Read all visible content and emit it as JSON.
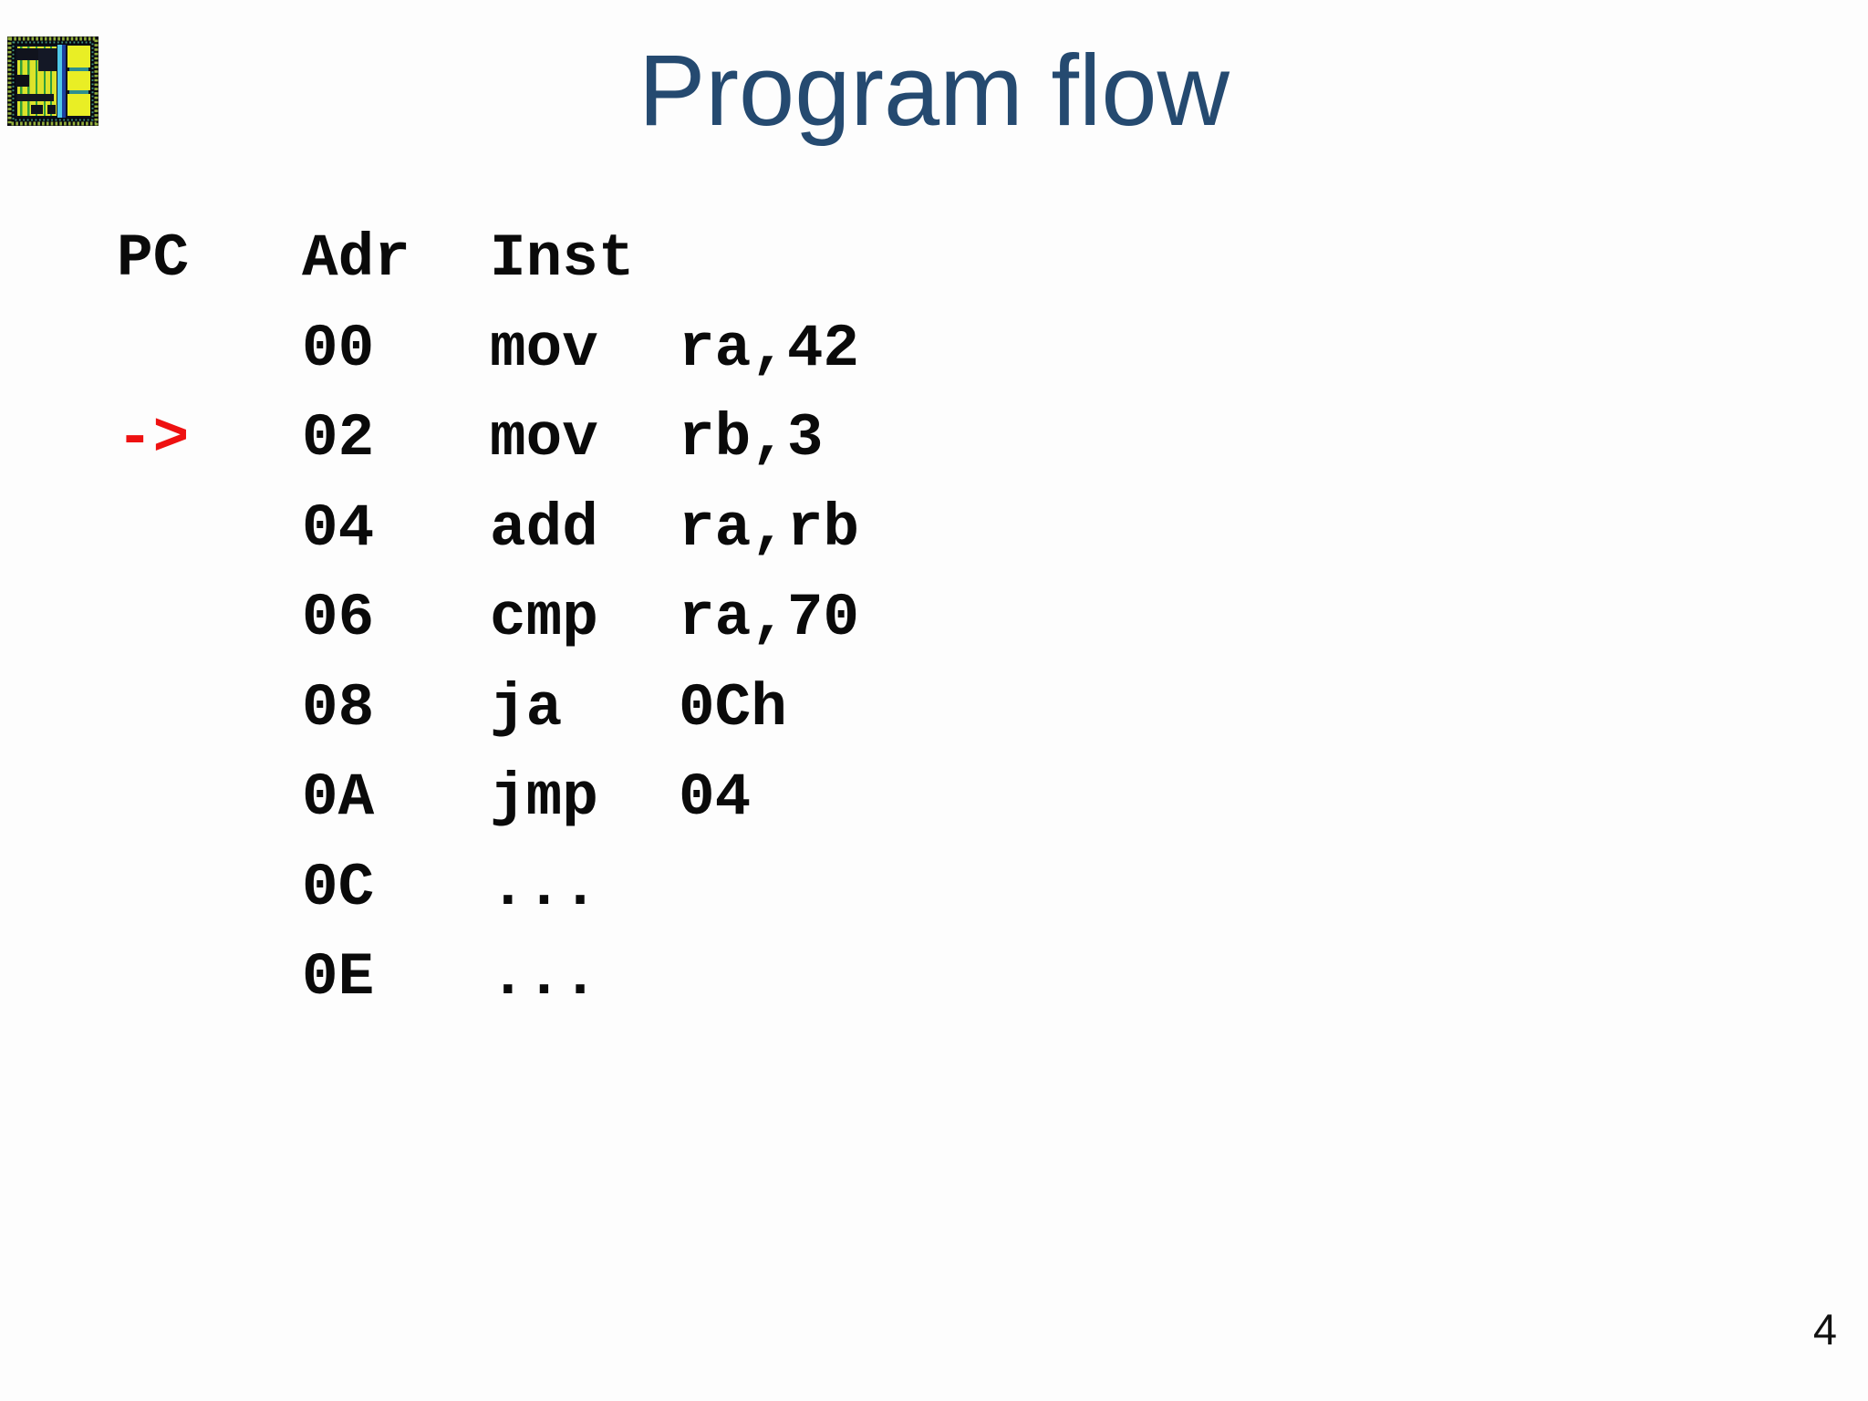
{
  "slide": {
    "title": "Program flow",
    "title_color": "#254a70",
    "logo_icon": "chip-die-icon",
    "page_number": "4",
    "background_color": "#fdfdfd"
  },
  "code_table": {
    "headers": {
      "pc": "PC",
      "adr": "Adr",
      "inst": "Inst"
    },
    "arrow_symbol": "->",
    "arrow_color": "#ee1111",
    "arrow_at_adr": "02",
    "rows": [
      {
        "pc": "",
        "adr": "00",
        "inst": "mov",
        "operand": "ra,42"
      },
      {
        "pc": "->",
        "adr": "02",
        "inst": "mov",
        "operand": "rb,3"
      },
      {
        "pc": "",
        "adr": "04",
        "inst": "add",
        "operand": "ra,rb"
      },
      {
        "pc": "",
        "adr": "06",
        "inst": "cmp",
        "operand": "ra,70"
      },
      {
        "pc": "",
        "adr": "08",
        "inst": "ja",
        "operand": "0Ch"
      },
      {
        "pc": "",
        "adr": "0A",
        "inst": "jmp",
        "operand": "04"
      },
      {
        "pc": "",
        "adr": "0C",
        "inst": "...",
        "operand": ""
      },
      {
        "pc": "",
        "adr": "0E",
        "inst": "...",
        "operand": ""
      }
    ]
  }
}
